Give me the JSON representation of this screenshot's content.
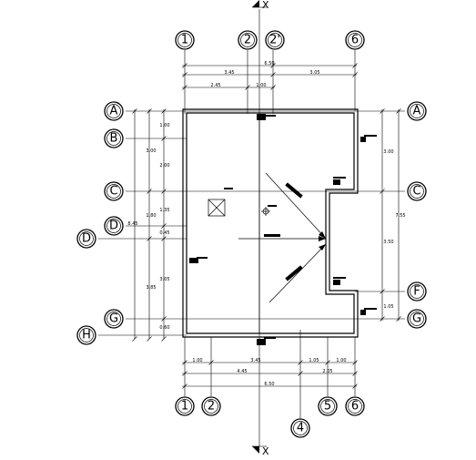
{
  "grid_axes": {
    "top": [
      "1",
      "2",
      "2'",
      "6"
    ],
    "bottom": [
      "1",
      "2",
      "4",
      "5",
      "6"
    ],
    "left": [
      "A",
      "B",
      "C",
      "D",
      "D",
      "G",
      "H"
    ],
    "right": [
      "A",
      "C",
      "F",
      "G"
    ]
  },
  "section_marker": "X",
  "dimensions": {
    "top_total": "6.50",
    "top_row1": [
      "3.45",
      "3.05"
    ],
    "top_row2": [
      "2.45",
      "1.00"
    ],
    "bottom_row1": [
      "1.00",
      "3.45",
      "1.05",
      "1.00"
    ],
    "bottom_row2": [
      "4.45",
      "2.05"
    ],
    "bottom_total": "6.50",
    "left_inner": [
      "1.00",
      "2.00",
      "1.35",
      "0.45",
      "3.05",
      "0.60"
    ],
    "left_mid": [
      "3.00",
      "1.80",
      "3.85"
    ],
    "left_outer": "8.45",
    "right_inner": [
      "3.00",
      "3.50",
      "1.05"
    ],
    "right_total": "7.55"
  },
  "colors": {
    "line": "#000000",
    "background": "#ffffff"
  }
}
